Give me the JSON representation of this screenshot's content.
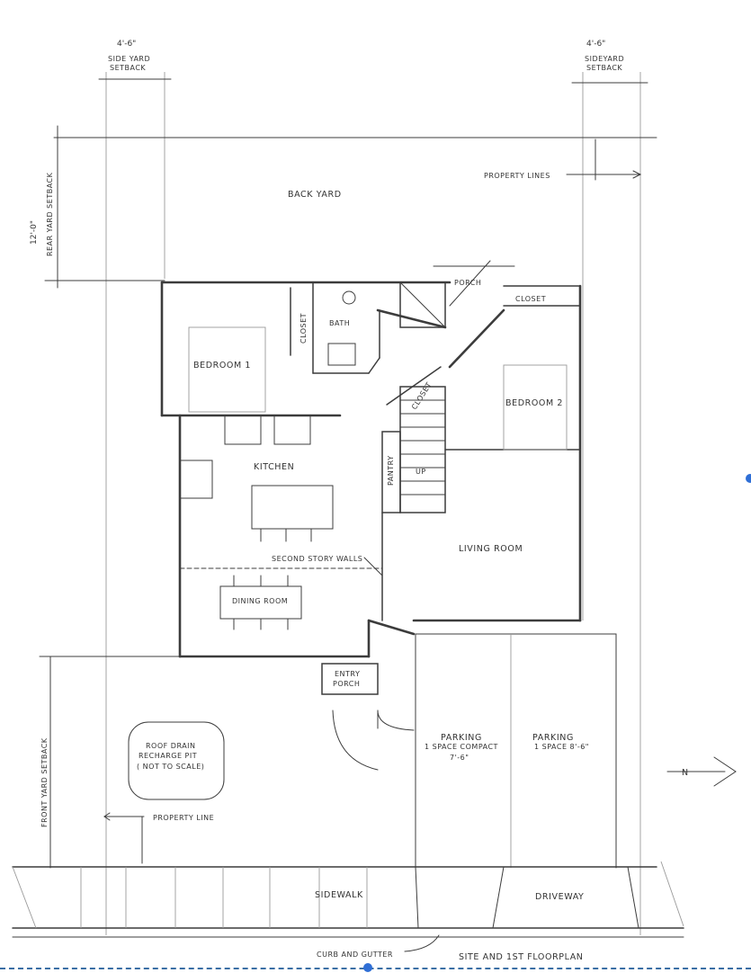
{
  "dimensions": {
    "side_setback_left_value": "4'-6\"",
    "side_setback_left_line1": "SIDE YARD",
    "side_setback_left_line2": "SETBACK",
    "side_setback_right_value": "4'-6\"",
    "side_setback_right_line1": "SIDEYARD",
    "side_setback_right_line2": "SETBACK",
    "rear_setback_value": "12'-0\"",
    "rear_setback_label": "REAR YARD SETBACK",
    "front_setback_label": "FRONT YARD SETBACK"
  },
  "areas": {
    "back_yard": "BACK YARD",
    "property_lines": "PROPERTY LINES",
    "property_line": "PROPERTY LINE",
    "porch": "PORCH",
    "closet_top": "CLOSET",
    "closet_left": "CLOSET",
    "closet_stair": "CLOSET",
    "bath": "BATH",
    "bedroom_1": "BEDROOM 1",
    "bedroom_2": "BEDROOM 2",
    "kitchen": "KITCHEN",
    "pantry": "PANTRY",
    "stair_up": "UP",
    "second_story_walls": "SECOND STORY WALLS",
    "living_room": "LIVING ROOM",
    "dining_room": "DINING ROOM",
    "entry_porch_line1": "ENTRY",
    "entry_porch_line2": "PORCH",
    "roof_drain_line1": "ROOF DRAIN",
    "roof_drain_line2": "RECHARGE PIT",
    "roof_drain_line3": "( NOT TO SCALE)",
    "parking_1_line1": "PARKING",
    "parking_1_line2": "1 SPACE COMPACT",
    "parking_1_line3": "7'-6\"",
    "parking_2_line1": "PARKING",
    "parking_2_line2": "1 SPACE 8'-6\"",
    "sidewalk": "SIDEWALK",
    "driveway": "DRIVEWAY",
    "curb_and_gutter": "CURB AND GUTTER",
    "north_label": "N",
    "sheet_title": "SITE AND 1ST FLOORPLAN"
  },
  "colors": {
    "ink": "#3c3c3c",
    "selection_handle": "#2f6fd6"
  }
}
